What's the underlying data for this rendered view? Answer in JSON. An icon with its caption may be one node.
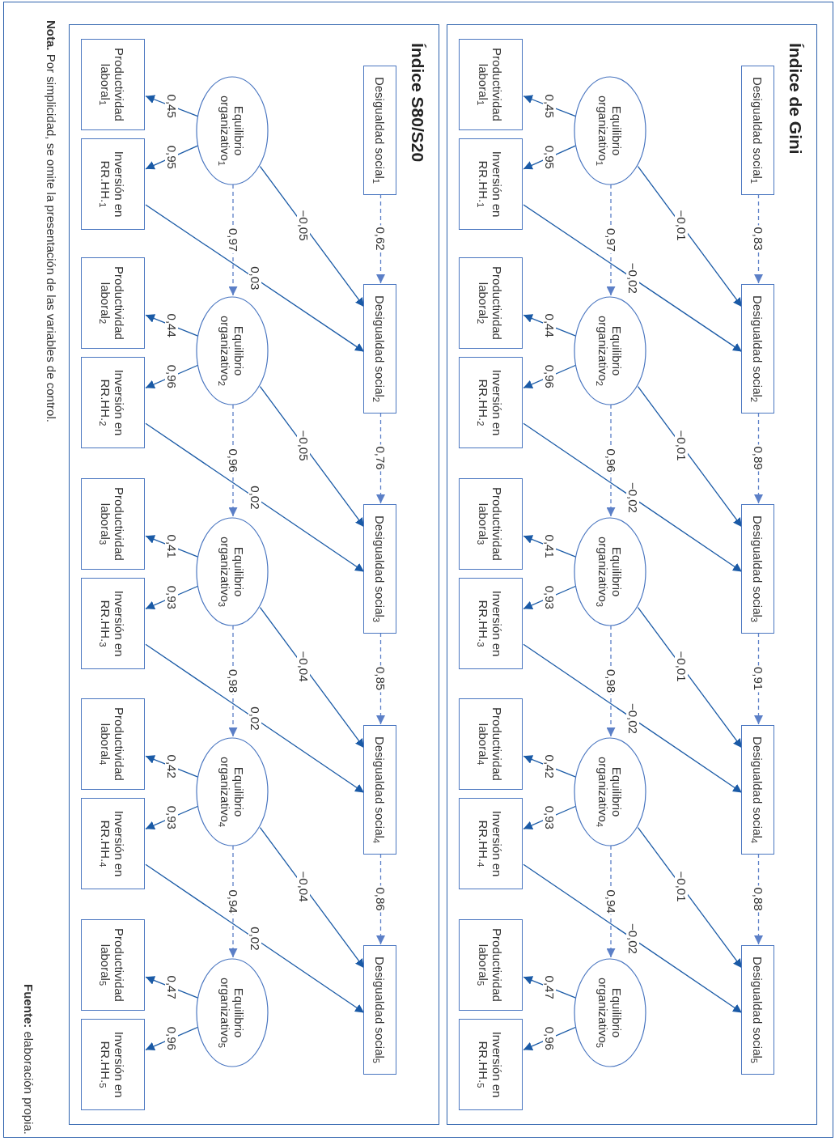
{
  "diagram": {
    "nodes": [
      {
        "text": [
          "Índice de Gini"
        ]
      },
      {
        "text": [
          "Desigualdad social$_{1}$"
        ],
        "in": 0
      },
      {
        "text": [
          "Desigualdad social$_{2}$"
        ],
        "in": 0
      },
      {
        "text": [
          "Desigualdad social$_{3}$"
        ],
        "in": 0
      },
      {
        "text": [
          "Desigualdad social$_{4}$"
        ],
        "in": 0
      },
      {
        "text": [
          "Desigualdad social$_{5}$"
        ],
        "in": 0
      },
      {
        "text": [
          "Equilibrio organizativo$_{1}$"
        ],
        "in": 0
      },
      {
        "text": [
          "Equilibrio organizativo$_{2}$"
        ],
        "in": 0
      },
      {
        "text": [
          "Equilibrio organizativo$_{3}$"
        ],
        "in": 0
      },
      {
        "text": [
          "Equilibrio organizativo$_{4}$"
        ],
        "in": 0
      },
      {
        "text": [
          "Equilibrio organizativo$_{5}$"
        ],
        "in": 0
      },
      {
        "text": [
          "Productividad laboral$_{1}$"
        ],
        "in": 0
      },
      {
        "text": [
          "Productividad laboral$_{2}$"
        ],
        "in": 0
      },
      {
        "text": [
          "Productividad laboral$_{3}$"
        ],
        "in": 0
      },
      {
        "text": [
          "Productividad laboral$_{4}$"
        ],
        "in": 0
      },
      {
        "text": [
          "Productividad laboral$_{5}$"
        ],
        "in": 0
      },
      {
        "text": [
          "Inversión en RR.HH.$_{1}$"
        ],
        "in": 0
      },
      {
        "text": [
          "Inversión en RR.HH.$_{2}$"
        ],
        "in": 0
      },
      {
        "text": [
          "Inversión en RR.HH.$_{3}$"
        ],
        "in": 0
      },
      {
        "text": [
          "Inversión en RR.HH.$_{4}$"
        ],
        "in": 0
      },
      {
        "text": [
          "Inversión en RR.HH.$_{5}$"
        ],
        "in": 0
      },
      {
        "text": [
          "Índice S80/S20"
        ]
      },
      {
        "text": [
          "Desigualdad social$_{1}$"
        ],
        "in": 21
      },
      {
        "text": [
          "Desigualdad social$_{2}$"
        ],
        "in": 21
      },
      {
        "text": [
          "Desigualdad social$_{3}$"
        ],
        "in": 21
      },
      {
        "text": [
          "Desigualdad social$_{4}$"
        ],
        "in": 21
      },
      {
        "text": [
          "Desigualdad social$_{5}$"
        ],
        "in": 21
      },
      {
        "text": [
          "Equilibrio organizativo$_{1}$"
        ],
        "in": 21
      },
      {
        "text": [
          "Equilibrio organizativo$_{2}$"
        ],
        "in": 21
      },
      {
        "text": [
          "Equilibrio organizativo$_{3}$"
        ],
        "in": 21
      },
      {
        "text": [
          "Equilibrio organizativo$_{4}$"
        ],
        "in": 21
      },
      {
        "text": [
          "Equilibrio organizativo$_{5}$"
        ],
        "in": 21
      },
      {
        "text": [
          "Productividad laboral$_{1}$"
        ],
        "in": 21
      },
      {
        "text": [
          "Productividad laboral$_{2}$"
        ],
        "in": 21
      },
      {
        "text": [
          "Productividad laboral$_{3}$"
        ],
        "in": 21
      },
      {
        "text": [
          "Productividad laboral$_{4}$"
        ],
        "in": 21
      },
      {
        "text": [
          "Productividad laboral$_{5}$"
        ],
        "in": 21
      },
      {
        "text": [
          "Inversión en RR.HH.$_{1}$"
        ],
        "in": 21
      },
      {
        "text": [
          "Inversión en RR.HH.$_{2}$"
        ],
        "in": 21
      },
      {
        "text": [
          "Inversión en RR.HH.$_{3}$"
        ],
        "in": 21
      },
      {
        "text": [
          "Inversión en RR.HH.$_{4}$"
        ],
        "in": 21
      },
      {
        "text": [
          "Inversión en RR.HH.$_{5}$"
        ],
        "in": 21
      }
    ],
    "edges": [
      {
        "from": 1,
        "to": 2,
        "arrow": "to",
        "label": "0,83",
        "style": "dashed",
        "color": "#5b7fc7"
      },
      {
        "from": 2,
        "to": 3,
        "arrow": "to",
        "label": "0,89",
        "style": "dashed",
        "color": "#5b7fc7"
      },
      {
        "from": 3,
        "to": 4,
        "arrow": "to",
        "label": "0,91",
        "style": "dashed",
        "color": "#5b7fc7"
      },
      {
        "from": 4,
        "to": 5,
        "arrow": "to",
        "label": "0,88",
        "style": "dashed",
        "color": "#5b7fc7"
      },
      {
        "from": 6,
        "to": 7,
        "arrow": "to",
        "label": "0,97",
        "style": "dashed",
        "color": "#5b7fc7"
      },
      {
        "from": 7,
        "to": 8,
        "arrow": "to",
        "label": "0,96",
        "style": "dashed",
        "color": "#5b7fc7"
      },
      {
        "from": 8,
        "to": 9,
        "arrow": "to",
        "label": "0,98",
        "style": "dashed",
        "color": "#5b7fc7"
      },
      {
        "from": 9,
        "to": 10,
        "arrow": "to",
        "label": "0,94",
        "style": "dashed",
        "color": "#5b7fc7"
      },
      {
        "from": 6,
        "to": 11,
        "arrow": "to",
        "label": "0,45"
      },
      {
        "from": 6,
        "to": 16,
        "arrow": "to",
        "label": "0,95"
      },
      {
        "from": 7,
        "to": 12,
        "arrow": "to",
        "label": "0,44"
      },
      {
        "from": 7,
        "to": 17,
        "arrow": "to",
        "label": "0,96"
      },
      {
        "from": 8,
        "to": 13,
        "arrow": "to",
        "label": "0,41"
      },
      {
        "from": 8,
        "to": 18,
        "arrow": "to",
        "label": "0,93"
      },
      {
        "from": 9,
        "to": 14,
        "arrow": "to",
        "label": "0,42"
      },
      {
        "from": 9,
        "to": 19,
        "arrow": "to",
        "label": "0,93"
      },
      {
        "from": 10,
        "to": 15,
        "arrow": "to",
        "label": "0,47"
      },
      {
        "from": 10,
        "to": 20,
        "arrow": "to",
        "label": "0,96"
      },
      {
        "from": 6,
        "to": 2,
        "arrow": "to",
        "label": "−0,01"
      },
      {
        "from": 16,
        "to": 2,
        "arrow": "to",
        "label": "−0,02"
      },
      {
        "from": 7,
        "to": 3,
        "arrow": "to",
        "label": "−0,01"
      },
      {
        "from": 17,
        "to": 3,
        "arrow": "to",
        "label": "−0,02"
      },
      {
        "from": 8,
        "to": 4,
        "arrow": "to",
        "label": "−0,01"
      },
      {
        "from": 18,
        "to": 4,
        "arrow": "to",
        "label": "−0,02"
      },
      {
        "from": 9,
        "to": 5,
        "arrow": "to",
        "label": "−0,01"
      },
      {
        "from": 19,
        "to": 5,
        "arrow": "to",
        "label": "−0,02"
      },
      {
        "from": 22,
        "to": 23,
        "arrow": "to",
        "label": "0,62",
        "style": "dashed",
        "color": "#5b7fc7"
      },
      {
        "from": 23,
        "to": 24,
        "arrow": "to",
        "label": "0,76",
        "style": "dashed",
        "color": "#5b7fc7"
      },
      {
        "from": 24,
        "to": 25,
        "arrow": "to",
        "label": "0,85",
        "style": "dashed",
        "color": "#5b7fc7"
      },
      {
        "from": 25,
        "to": 26,
        "arrow": "to",
        "label": "0,86",
        "style": "dashed",
        "color": "#5b7fc7"
      },
      {
        "from": 27,
        "to": 28,
        "arrow": "to",
        "label": "0,97",
        "style": "dashed",
        "color": "#5b7fc7"
      },
      {
        "from": 28,
        "to": 29,
        "arrow": "to",
        "label": "0,96",
        "style": "dashed",
        "color": "#5b7fc7"
      },
      {
        "from": 29,
        "to": 30,
        "arrow": "to",
        "label": "0,98",
        "style": "dashed",
        "color": "#5b7fc7"
      },
      {
        "from": 30,
        "to": 31,
        "arrow": "to",
        "label": "0,94",
        "style": "dashed",
        "color": "#5b7fc7"
      },
      {
        "from": 27,
        "to": 32,
        "arrow": "to",
        "label": "0,45"
      },
      {
        "from": 27,
        "to": 37,
        "arrow": "to",
        "label": "0,95"
      },
      {
        "from": 28,
        "to": 33,
        "arrow": "to",
        "label": "0,44"
      },
      {
        "from": 28,
        "to": 38,
        "arrow": "to",
        "label": "0,96"
      },
      {
        "from": 29,
        "to": 34,
        "arrow": "to",
        "label": "0,41"
      },
      {
        "from": 29,
        "to": 39,
        "arrow": "to",
        "label": "0,93"
      },
      {
        "from": 30,
        "to": 35,
        "arrow": "to",
        "label": "0,42"
      },
      {
        "from": 30,
        "to": 40,
        "arrow": "to",
        "label": "0,93"
      },
      {
        "from": 31,
        "to": 36,
        "arrow": "to",
        "label": "0,47"
      },
      {
        "from": 31,
        "to": 41,
        "arrow": "to",
        "label": "0,96"
      },
      {
        "from": 27,
        "to": 23,
        "arrow": "to",
        "label": "−0,05"
      },
      {
        "from": 37,
        "to": 23,
        "arrow": "to",
        "label": "0,03"
      },
      {
        "from": 28,
        "to": 24,
        "arrow": "to",
        "label": "−0,05"
      },
      {
        "from": 38,
        "to": 24,
        "arrow": "to",
        "label": "0,02"
      },
      {
        "from": 29,
        "to": 25,
        "arrow": "to",
        "label": "−0,04"
      },
      {
        "from": 39,
        "to": 25,
        "arrow": "to",
        "label": "0,02"
      },
      {
        "from": 30,
        "to": 26,
        "arrow": "to",
        "label": "−0,04"
      },
      {
        "from": 40,
        "to": 26,
        "arrow": "to",
        "label": "0,02"
      }
    ],
    "labels": [
      "**Nota.** Por simplicidad, se omite la presentación de las variables de control.",
      "**Fuente:** elaboración propia."
    ]
  }
}
